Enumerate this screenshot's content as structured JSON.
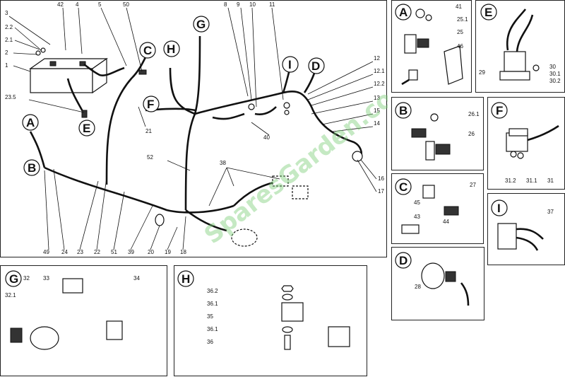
{
  "watermark": "SparesGarden.com",
  "main": {
    "callouts": [
      "A",
      "B",
      "C",
      "D",
      "E",
      "F",
      "G",
      "H",
      "I"
    ],
    "part_numbers": [
      "1",
      "2",
      "2.1",
      "2.2",
      "3",
      "4",
      "5",
      "42",
      "50",
      "8",
      "9",
      "10",
      "11",
      "12",
      "12.1",
      "12.2",
      "13",
      "14",
      "15",
      "16",
      "17",
      "18",
      "19",
      "20",
      "21",
      "22",
      "23",
      "23.5",
      "24",
      "38",
      "39",
      "40",
      "49",
      "51",
      "52"
    ]
  },
  "panels": {
    "A": {
      "title": "A",
      "parts": [
        "41",
        "25.1",
        "25",
        "46"
      ]
    },
    "B": {
      "title": "B",
      "parts": [
        "26.1",
        "26"
      ]
    },
    "C": {
      "title": "C",
      "parts": [
        "27",
        "45",
        "43",
        "44"
      ]
    },
    "D": {
      "title": "D",
      "parts": [
        "28"
      ]
    },
    "E": {
      "title": "E",
      "parts": [
        "29",
        "30",
        "30.1",
        "30.2"
      ]
    },
    "F": {
      "title": "F",
      "parts": [
        "31.2",
        "31.1",
        "31"
      ]
    },
    "G": {
      "title": "G",
      "parts": [
        "32",
        "32.1",
        "33",
        "34"
      ]
    },
    "H": {
      "title": "H",
      "parts": [
        "36.2",
        "36.1",
        "35",
        "36.1",
        "36"
      ]
    },
    "I": {
      "title": "I",
      "parts": [
        "37"
      ]
    }
  }
}
